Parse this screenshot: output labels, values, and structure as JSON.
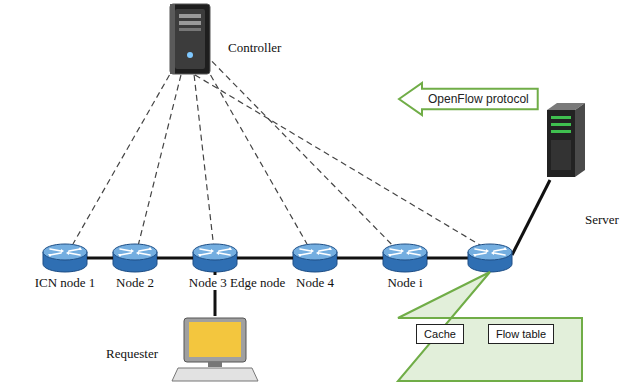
{
  "diagram": {
    "nodes": [
      {
        "text": [
          "Controller"
        ]
      },
      {
        "text": [
          "OpenFlow protocol"
        ]
      },
      {
        "text": [
          "ICN node 1"
        ]
      },
      {
        "text": [
          "Node 2"
        ]
      },
      {
        "text": [
          "Node 3 Edge node"
        ]
      },
      {
        "text": [
          "Node 4"
        ]
      },
      {
        "text": [
          "Node i"
        ]
      },
      {
        "text": [
          "Server"
        ]
      },
      {
        "text": [
          "Requester"
        ]
      },
      {
        "text": [
          "Cache"
        ]
      },
      {
        "text": [
          "Flow table"
        ]
      }
    ],
    "edges": [
      {
        "from": 0,
        "to": 2,
        "arrow": "none"
      },
      {
        "from": 0,
        "to": 3,
        "arrow": "none"
      },
      {
        "from": 0,
        "to": 4,
        "arrow": "none"
      },
      {
        "from": 0,
        "to": 5,
        "arrow": "none"
      },
      {
        "from": 0,
        "to": 6,
        "arrow": "none"
      },
      {
        "from": 2,
        "to": 3,
        "arrow": "none"
      },
      {
        "from": 3,
        "to": 4,
        "arrow": "none"
      },
      {
        "from": 4,
        "to": 5,
        "arrow": "none"
      },
      {
        "from": 5,
        "to": 6,
        "arrow": "none"
      },
      {
        "from": 4,
        "to": 8,
        "arrow": "none"
      }
    ]
  }
}
